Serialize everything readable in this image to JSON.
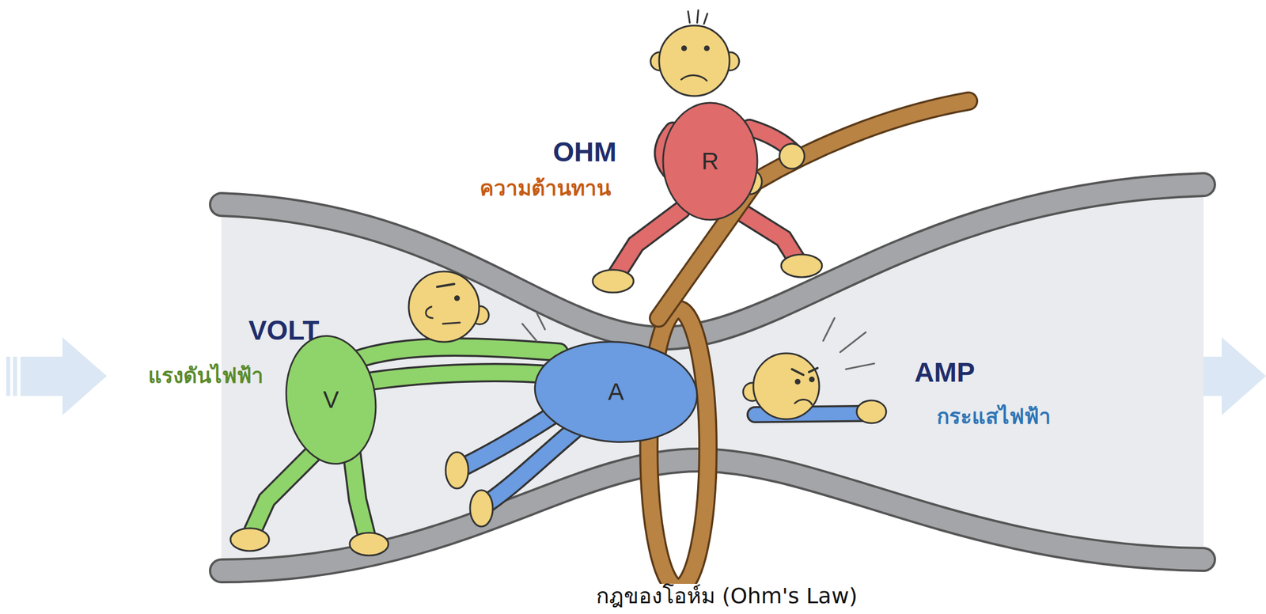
{
  "diagram": {
    "caption": "กฎของโอห์ม (Ohm's Law)",
    "nodes": [
      {
        "text": [
          "R"
        ]
      },
      {
        "text": [
          "V"
        ]
      },
      {
        "text": [
          "A"
        ]
      }
    ],
    "labels": [
      "OHM",
      "ความต้านทาน",
      "VOLT",
      "แรงดันไฟฟ้า",
      "AMP",
      "กระแสไฟฟ้า"
    ]
  }
}
